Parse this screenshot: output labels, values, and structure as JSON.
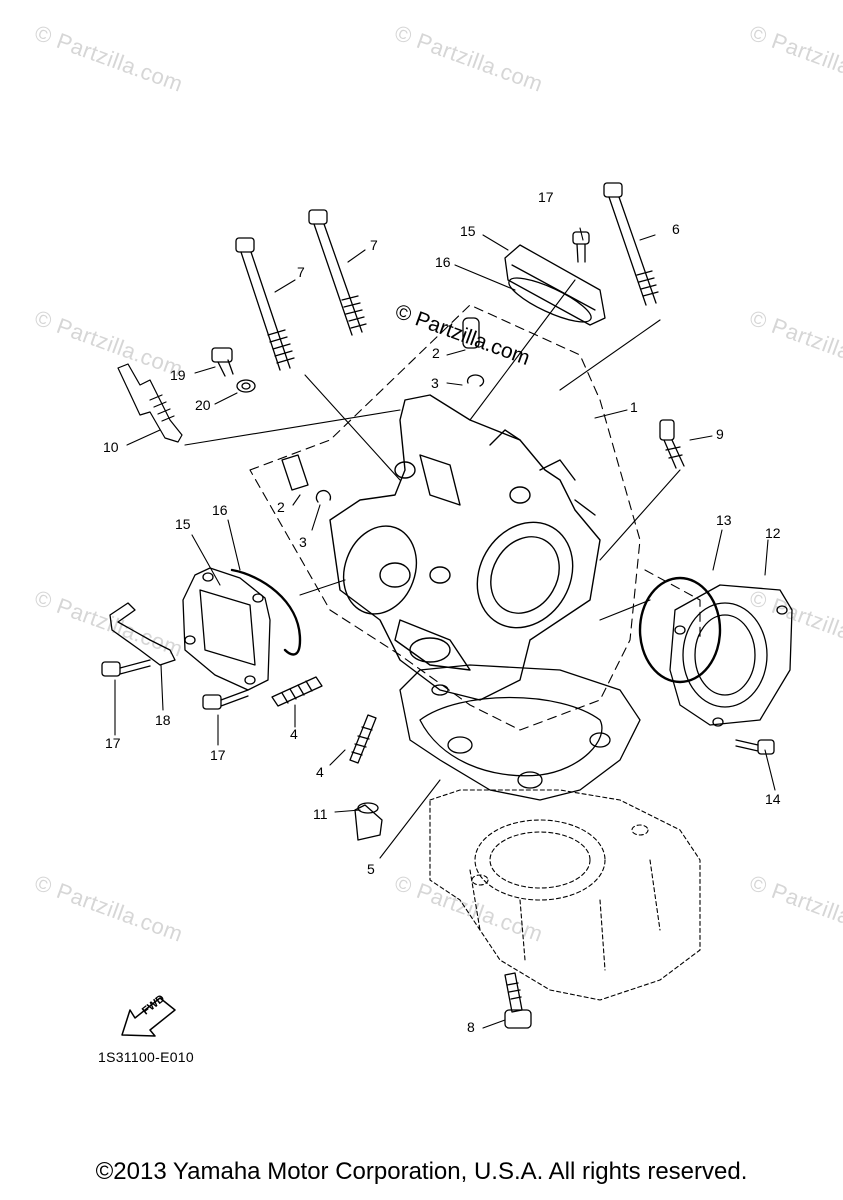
{
  "watermark_text": "© Partzilla.com",
  "center_watermark": "© Partzilla.com",
  "diagram_code": "1S31100-E010",
  "copyright": "©2013 Yamaha Motor Corporation, U.S.A. All rights reserved.",
  "fwd_label": "FWD",
  "callouts": [
    {
      "id": "c17a",
      "label": "17"
    },
    {
      "id": "c15a",
      "label": "15"
    },
    {
      "id": "c6",
      "label": "6"
    },
    {
      "id": "c16a",
      "label": "16"
    },
    {
      "id": "c7a",
      "label": "7"
    },
    {
      "id": "c7b",
      "label": "7"
    },
    {
      "id": "c2a",
      "label": "2"
    },
    {
      "id": "c19",
      "label": "19"
    },
    {
      "id": "c3a",
      "label": "3"
    },
    {
      "id": "c20",
      "label": "20"
    },
    {
      "id": "c1",
      "label": "1"
    },
    {
      "id": "c10",
      "label": "10"
    },
    {
      "id": "c9",
      "label": "9"
    },
    {
      "id": "c2b",
      "label": "2"
    },
    {
      "id": "c16b",
      "label": "16"
    },
    {
      "id": "c15b",
      "label": "15"
    },
    {
      "id": "c3b",
      "label": "3"
    },
    {
      "id": "c13",
      "label": "13"
    },
    {
      "id": "c12",
      "label": "12"
    },
    {
      "id": "c18",
      "label": "18"
    },
    {
      "id": "c4a",
      "label": "4"
    },
    {
      "id": "c17b",
      "label": "17"
    },
    {
      "id": "c17c",
      "label": "17"
    },
    {
      "id": "c4b",
      "label": "4"
    },
    {
      "id": "c14",
      "label": "14"
    },
    {
      "id": "c11",
      "label": "11"
    },
    {
      "id": "c5",
      "label": "5"
    },
    {
      "id": "c8",
      "label": "8"
    }
  ]
}
